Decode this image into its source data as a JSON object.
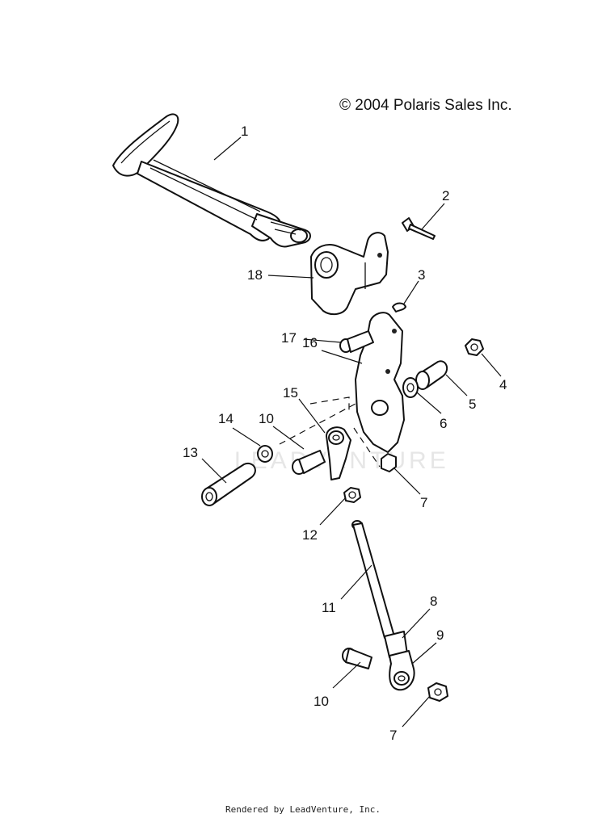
{
  "header": {
    "copyright": "© 2004 Polaris Sales Inc."
  },
  "footer": {
    "rendered_by": "Rendered by LeadVenture, Inc."
  },
  "callouts": [
    "1",
    "2",
    "3",
    "4",
    "5",
    "6",
    "7",
    "8",
    "9",
    "10",
    "11",
    "12",
    "13",
    "14",
    "15",
    "16",
    "17",
    "18",
    "10",
    "7"
  ],
  "watermark": {
    "text": "LEADVENTURE"
  }
}
